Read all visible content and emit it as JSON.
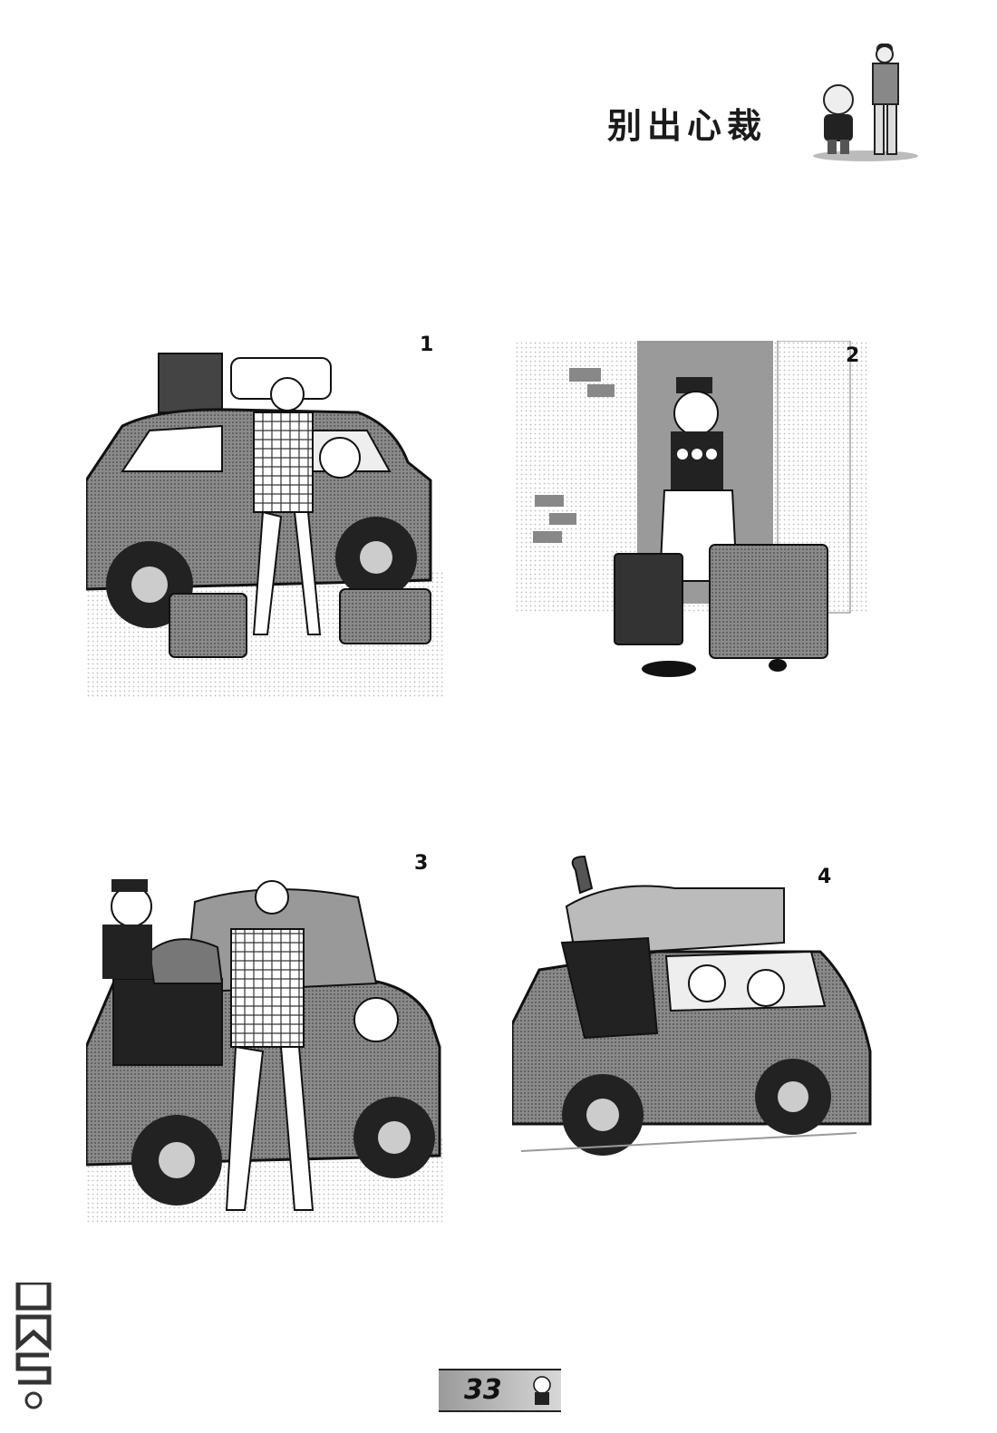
{
  "page": {
    "title": "别出心裁",
    "page_number": "33"
  },
  "panels": [
    {
      "number": "1",
      "scene": "man-loading-luggage-onto-car-roof"
    },
    {
      "number": "2",
      "scene": "old-man-carrying-two-suitcases"
    },
    {
      "number": "3",
      "scene": "stacking-bags-on-car-roof"
    },
    {
      "number": "4",
      "scene": "overloaded-car-driving-away"
    }
  ],
  "colors": {
    "ink": "#1a1a1a",
    "screentone": "#7a7a7a",
    "light_tone": "#cfcfcf",
    "paper": "#ffffff"
  },
  "icons": [
    "mascot-pair-icon",
    "footer-mascot-icon",
    "watermark-logo"
  ]
}
